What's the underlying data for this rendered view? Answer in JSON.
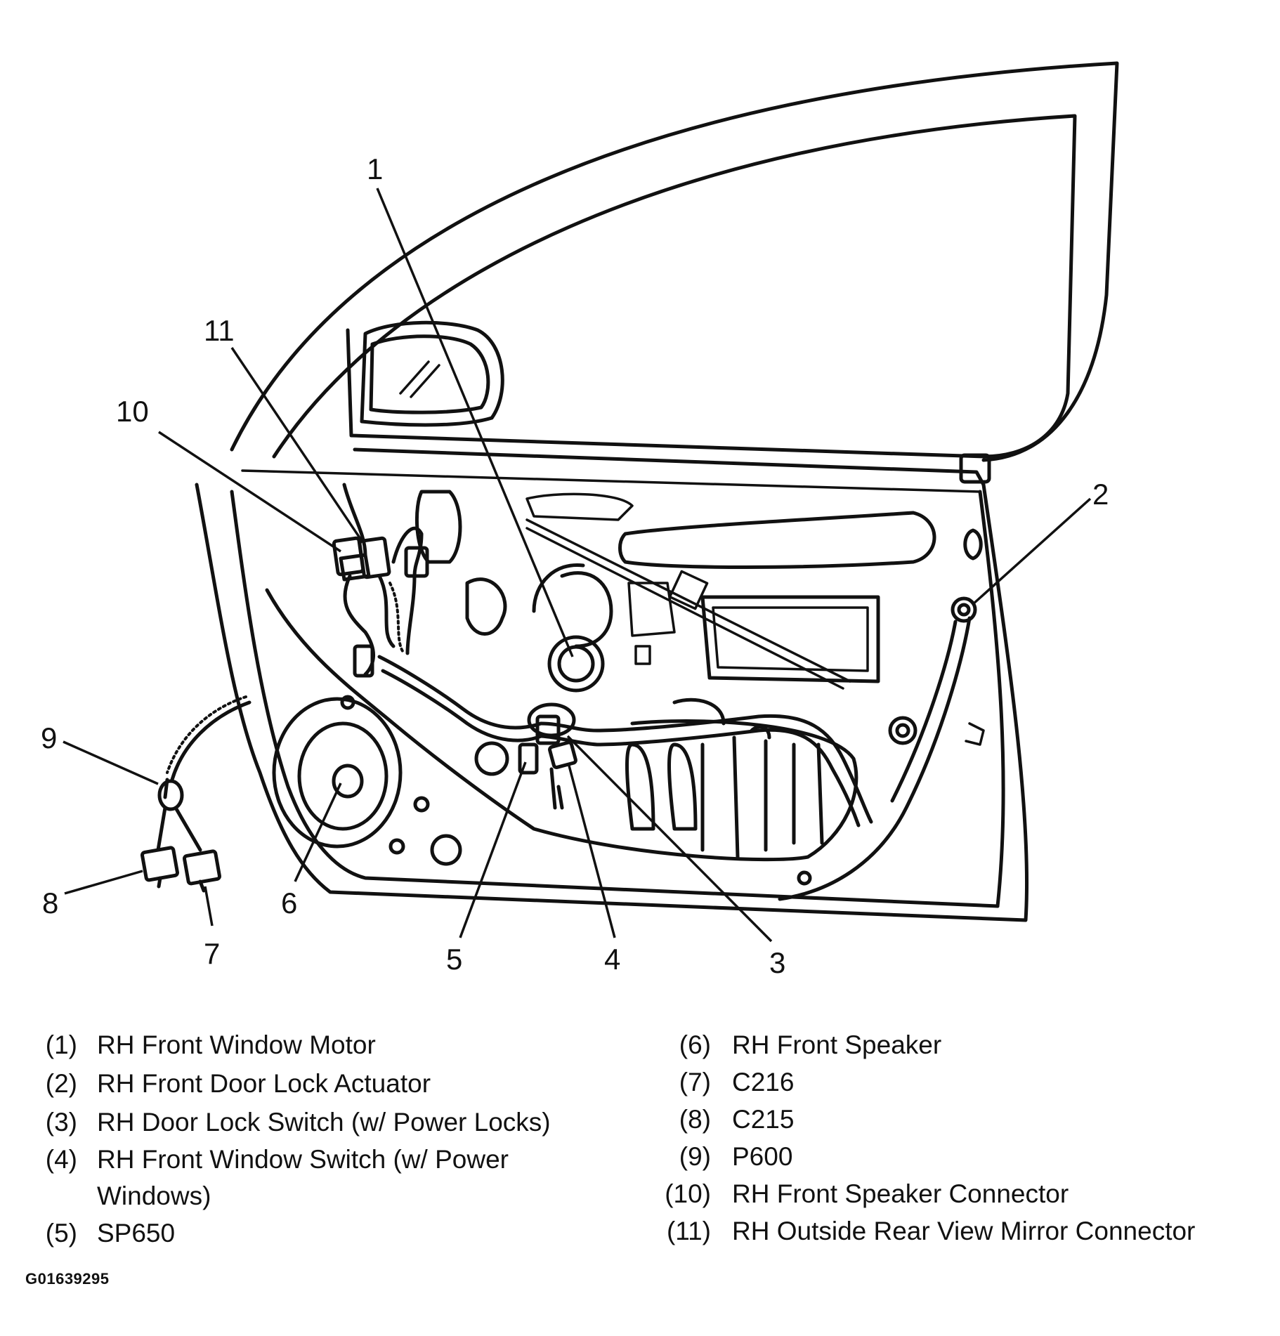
{
  "callouts": [
    "1",
    "2",
    "3",
    "4",
    "5",
    "6",
    "7",
    "8",
    "9",
    "10",
    "11"
  ],
  "legend_left": [
    {
      "num": "(1)",
      "text": "RH Front Window Motor"
    },
    {
      "num": "(2)",
      "text": "RH Front Door Lock Actuator"
    },
    {
      "num": "(3)",
      "text": "RH Door Lock Switch (w/ Power Locks)"
    },
    {
      "num": "(4)",
      "text": "RH Front Window Switch (w/ Power Windows)"
    },
    {
      "num": "(5)",
      "text": "SP650"
    }
  ],
  "legend_right": [
    {
      "num": "(6)",
      "text": "RH Front Speaker"
    },
    {
      "num": "(7)",
      "text": "C216"
    },
    {
      "num": "(8)",
      "text": "C215"
    },
    {
      "num": "(9)",
      "text": "P600"
    },
    {
      "num": "(10)",
      "text": "RH Front Speaker Connector"
    },
    {
      "num": "(11)",
      "text": "RH Outside Rear View Mirror Connector"
    }
  ],
  "figure_id": "G01639295"
}
